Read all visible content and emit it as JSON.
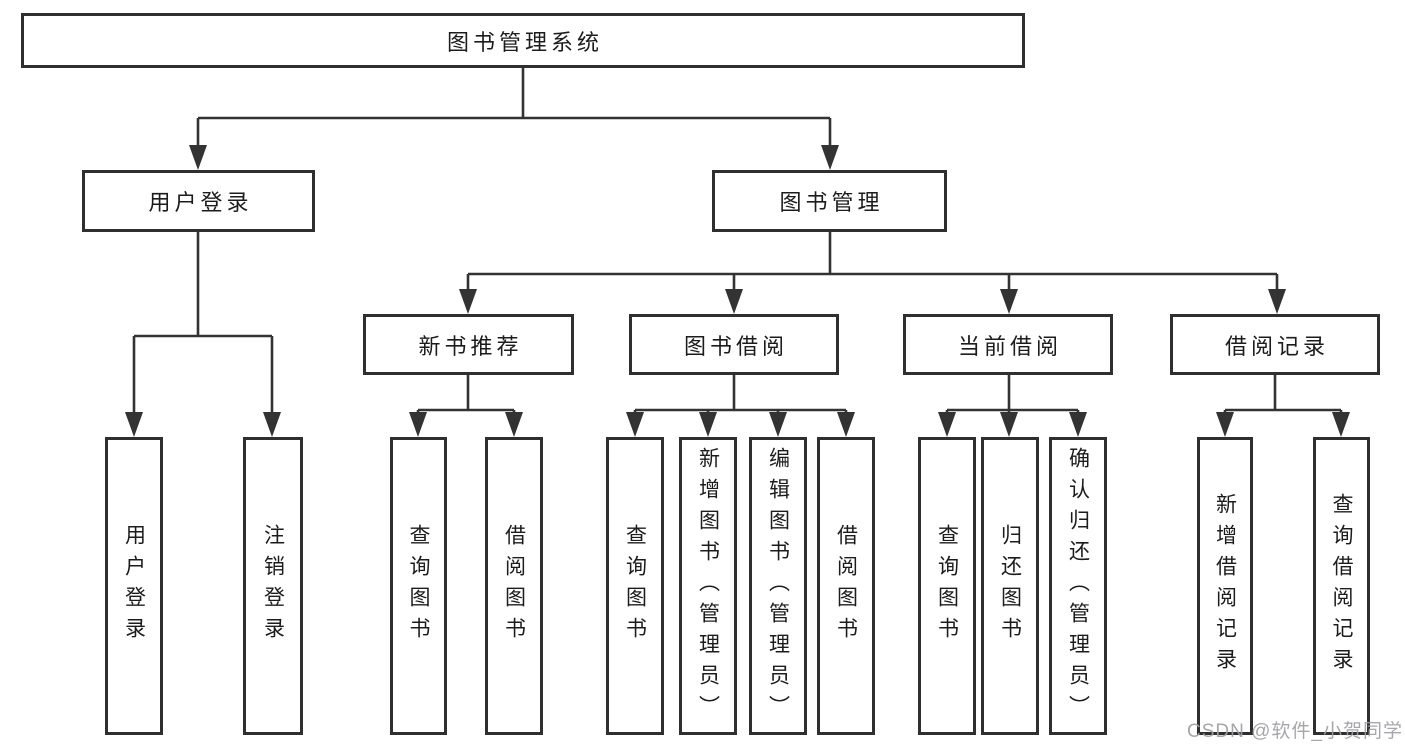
{
  "tree": {
    "root": "图书管理系统",
    "level2": [
      {
        "label": "用户登录",
        "leaves": [
          "用户登录",
          "注销登录"
        ]
      },
      {
        "label": "图书管理",
        "groups": [
          {
            "label": "新书推荐",
            "leaves": [
              "查询图书",
              "借阅图书"
            ]
          },
          {
            "label": "图书借阅",
            "leaves": [
              "查询图书",
              "新增图书（管理员）",
              "编辑图书（管理员）",
              "借阅图书"
            ]
          },
          {
            "label": "当前借阅",
            "leaves": [
              "查询图书",
              "归还图书",
              "确认归还（管理员）"
            ]
          },
          {
            "label": "借阅记录",
            "leaves": [
              "新增借阅记录",
              "查询借阅记录"
            ]
          }
        ]
      }
    ]
  },
  "watermark": {
    "text": "CSDN @软件_小贺同学"
  },
  "colors": {
    "line": "#333333",
    "node_border": "#2f2f2f",
    "text": "#1c1c1c",
    "watermark": "#a0a0a4",
    "background": "#ffffff"
  }
}
